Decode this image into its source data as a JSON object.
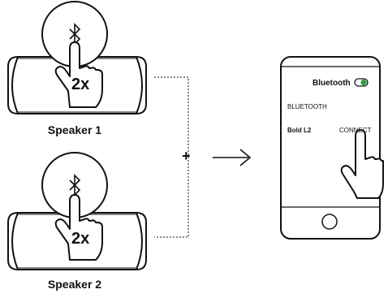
{
  "speakers": [
    {
      "label": "Speaker 1",
      "tap_count": "2x"
    },
    {
      "label": "Speaker 2",
      "tap_count": "2x"
    }
  ],
  "plus_sign": "+",
  "phone": {
    "header_title": "Bluetooth",
    "toggle_state": "on",
    "section_label": "BLUETOOTH",
    "device_name": "Bold L2",
    "connect_label": "CONNECT"
  },
  "colors": {
    "outline": "#111111",
    "toggle_on": "#2e9e3a"
  }
}
